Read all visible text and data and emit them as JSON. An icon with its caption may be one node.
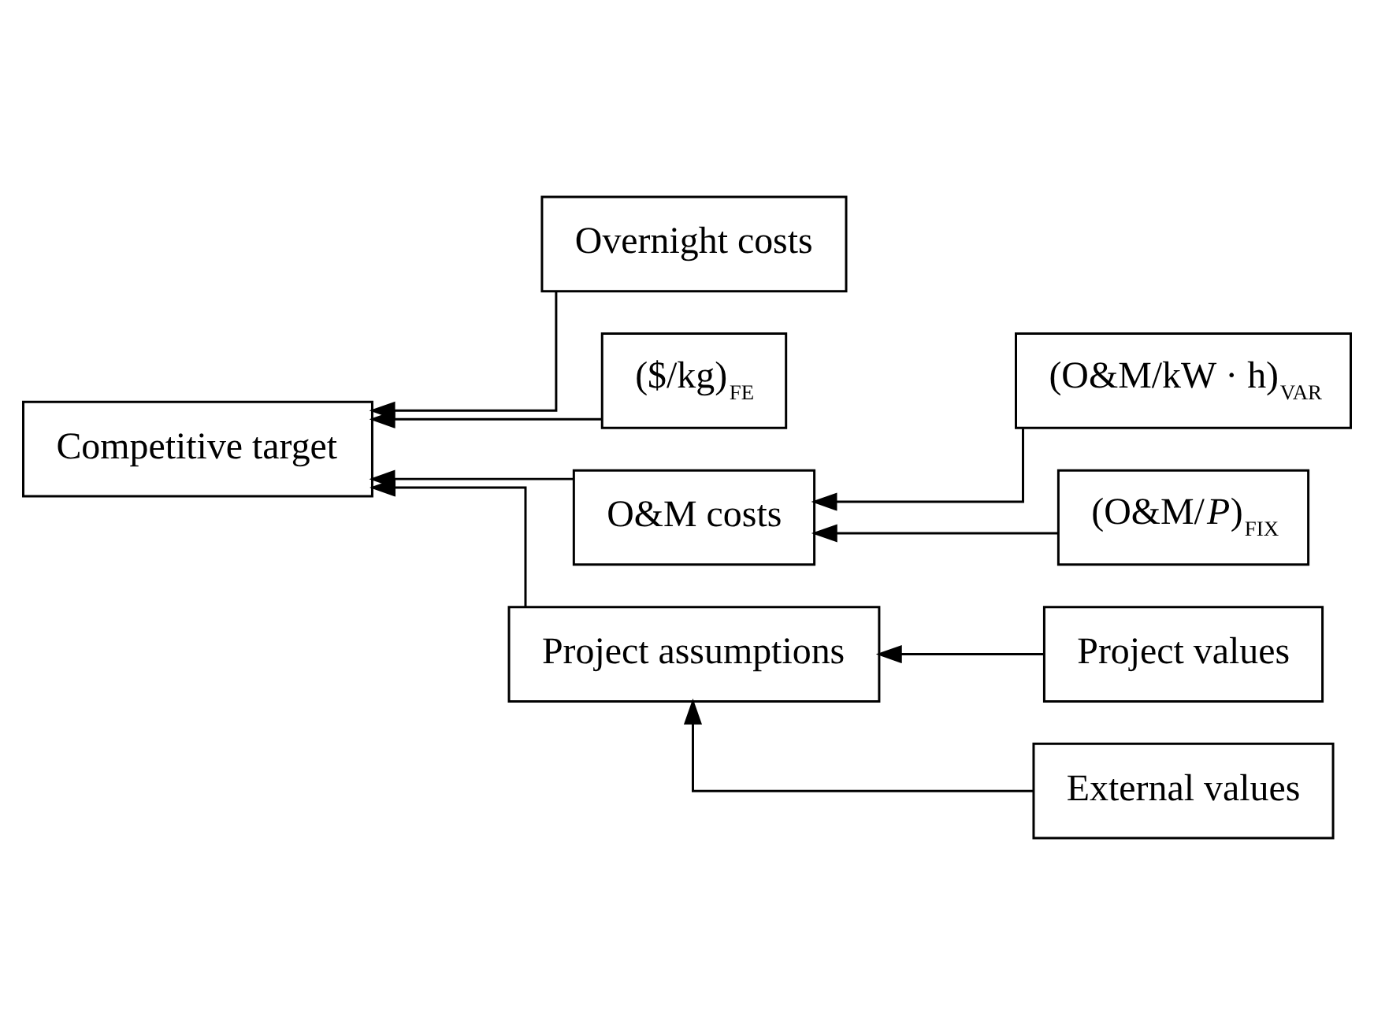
{
  "diagram": {
    "nodes": [
      {
        "text": [
          "Competitive target"
        ]
      },
      {
        "text": [
          "Overnight costs"
        ]
      },
      {
        "text": [
          "($/kg)$_{FE}$"
        ]
      },
      {
        "text": [
          "O&M costs"
        ]
      },
      {
        "text": [
          "(O&M/kW · h)$_{VAR}$"
        ]
      },
      {
        "text": [
          "(O&M/*P*)$_{FIX}$"
        ]
      },
      {
        "text": [
          "Project assumptions"
        ]
      },
      {
        "text": [
          "Project values"
        ]
      },
      {
        "text": [
          "External values"
        ]
      }
    ],
    "edges": [
      {
        "from": 1,
        "to": 0,
        "arrow": "to"
      },
      {
        "from": 2,
        "to": 0,
        "arrow": "to"
      },
      {
        "from": 3,
        "to": 0,
        "arrow": "to"
      },
      {
        "from": 6,
        "to": 0,
        "arrow": "to"
      },
      {
        "from": 4,
        "to": 3,
        "arrow": "to"
      },
      {
        "from": 5,
        "to": 3,
        "arrow": "to"
      },
      {
        "from": 7,
        "to": 6,
        "arrow": "to"
      },
      {
        "from": 8,
        "to": 6,
        "arrow": "to"
      }
    ]
  }
}
